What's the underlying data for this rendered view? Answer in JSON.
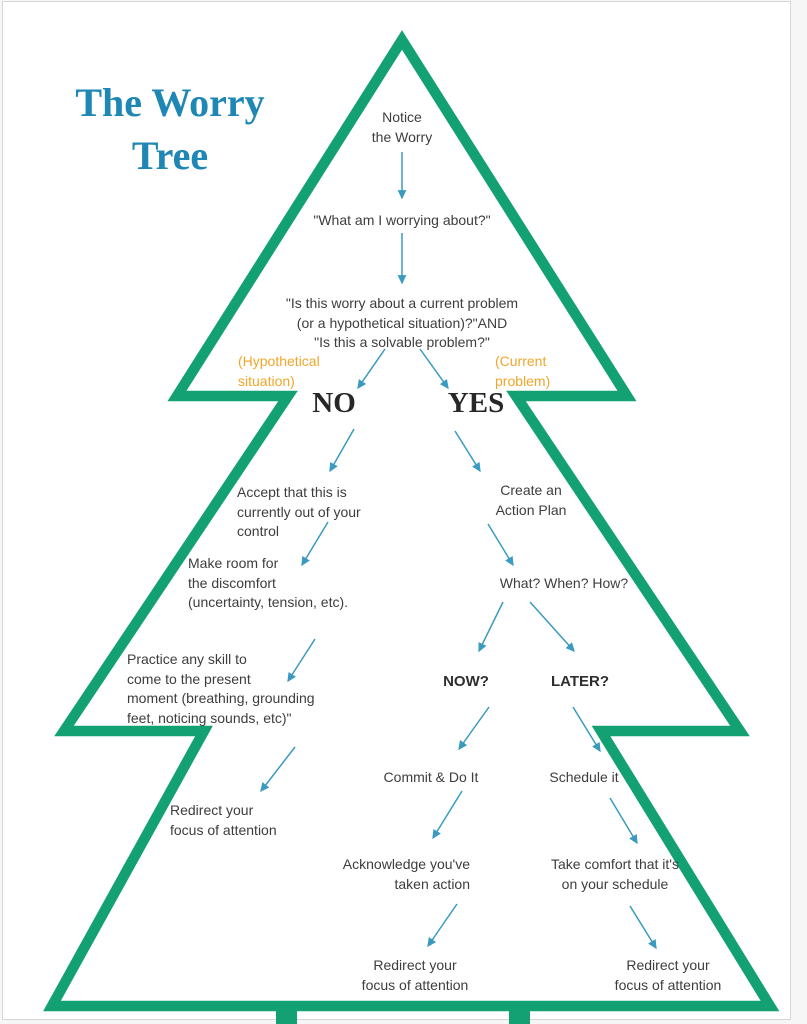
{
  "title": "The Worry\nTree",
  "colors": {
    "tree_green": "#13a173",
    "arrow_blue": "#3a9abf",
    "title_blue": "#1e87b4",
    "label_orange": "#f0a62a",
    "text_dark": "#3d3d3d"
  },
  "nodes": {
    "notice": "Notice\nthe Worry",
    "q_what": "\"What am I worrying about?\"",
    "q_main": "\"Is this worry about a current problem\n(or a hypothetical situation)?\"AND\n\"Is this a solvable problem?\"",
    "hypothetical_label": "(Hypothetical\nsituation)",
    "current_label": "(Current\nproblem)",
    "no": "NO",
    "yes": "YES",
    "accept": "Accept that this is\ncurrently out of your\ncontrol",
    "make_room": "Make room for\nthe discomfort\n(uncertainty, tension, etc).",
    "practice": "Practice any skill to\ncome to the present\nmoment (breathing, grounding\nfeet, noticing sounds, etc)\"",
    "redirect_left": "Redirect your\nfocus of attention",
    "create_plan": "Create an\nAction Plan",
    "what_when_how": "What? When? How?",
    "now": "NOW?",
    "later": "LATER?",
    "commit": "Commit & Do It",
    "schedule": "Schedule it",
    "acknowledge": "Acknowledge you've\ntaken action",
    "take_comfort": "Take comfort that it's\non your schedule",
    "redirect_center": "Redirect your\nfocus of attention",
    "redirect_right": "Redirect your\nfocus of attention"
  }
}
